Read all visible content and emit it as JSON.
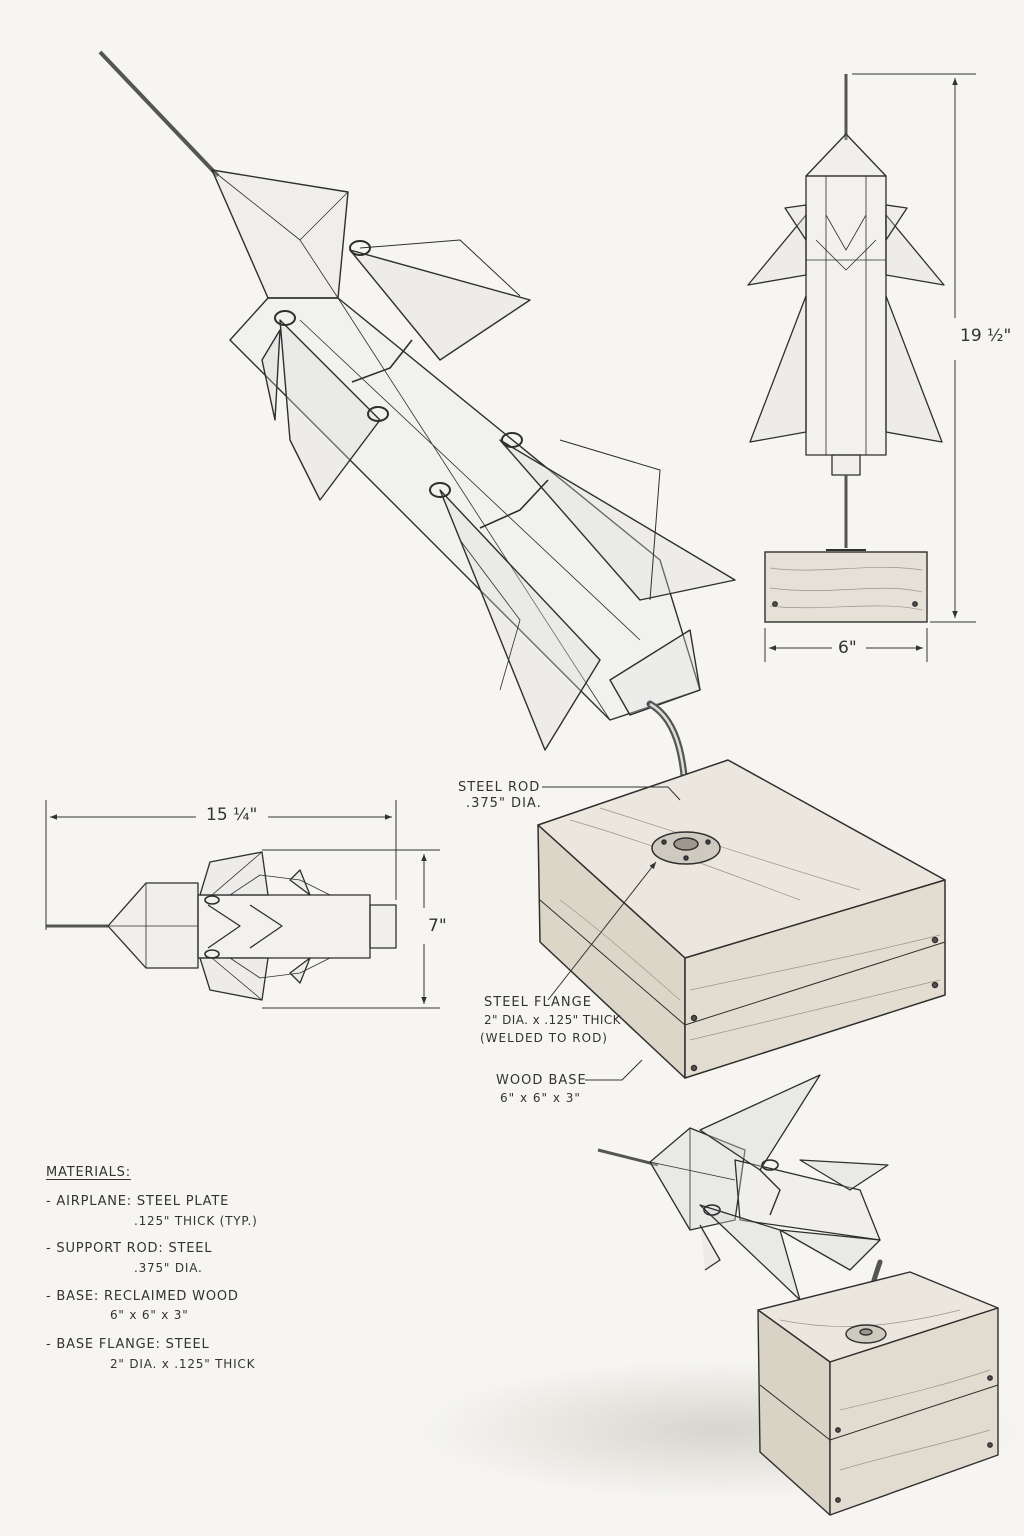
{
  "dimensions": {
    "height": "19 ½\"",
    "width_front": "6\"",
    "length_top": "15 ¼\"",
    "width_top": "7\""
  },
  "callouts": {
    "rod": {
      "line1": "STEEL ROD",
      "line2": ".375\" DIA."
    },
    "flange": {
      "line1": "STEEL FLANGE",
      "line2": "2\" DIA. x .125\" THICK",
      "line3": "(WELDED TO ROD)"
    },
    "base": {
      "line1": "WOOD BASE",
      "line2": "6\" x 6\" x 3\""
    }
  },
  "materials": {
    "heading": "MATERIALS:",
    "items": [
      {
        "line1": "- AIRPLANE:  STEEL  PLATE",
        "line2": ".125\"  THICK (TYP.)"
      },
      {
        "line1": "- SUPPORT  ROD:  STEEL",
        "line2": ".375\"  DIA."
      },
      {
        "line1": "- BASE:  RECLAIMED  WOOD",
        "line2": "6\" x 6\" x 3\""
      },
      {
        "line1": "- BASE  FLANGE:  STEEL",
        "line2": "2\" DIA.  x  .125\"  THICK"
      }
    ]
  },
  "colors": {
    "paper": "#f6f5f1",
    "ink": "#2b2b2b",
    "wood": "#e6e1d6"
  }
}
